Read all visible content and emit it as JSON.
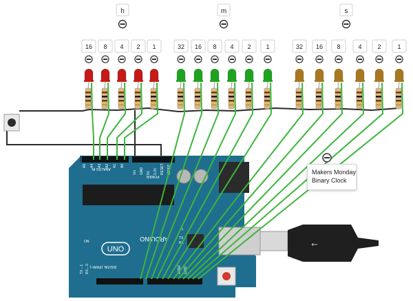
{
  "groups": [
    {
      "label": "h",
      "values": [
        "16",
        "8",
        "4",
        "2",
        "1"
      ],
      "led_color": "#c41a1a"
    },
    {
      "label": "m",
      "values": [
        "32",
        "16",
        "8",
        "4",
        "2",
        "1"
      ],
      "led_color": "#1fa31f"
    },
    {
      "label": "s",
      "values": [
        "32",
        "16",
        "8",
        "4",
        "2",
        "1"
      ],
      "led_color": "#a87820"
    }
  ],
  "note": {
    "line1": "Makers Monday",
    "line2": "Binary Clock"
  },
  "board": {
    "brand": "ARDUINO",
    "model": "UNO",
    "analog_in": "ANALOG IN",
    "power": "POWER",
    "digital": "DIGITAL (PWM~)",
    "pin_labels": {
      "a5": "A5",
      "a4": "A4",
      "a3": "A3",
      "a2": "A2",
      "a1": "A1",
      "a0": "A0",
      "vin": "Vin",
      "gnd": "GND",
      "v5": "5V",
      "v33": "3.3V",
      "reset": "RESET",
      "ioref": "IOREF",
      "on": "ON",
      "tx": "TX",
      "rx": "RX",
      "aref": "AREF",
      "gnd2": "GND",
      "l": "L",
      "tx1": "TX→1",
      "rx0": "RX←0"
    }
  },
  "colors": {
    "wire_green": "#3cb53c",
    "wire_black": "#2a2a2a",
    "board_blue": "#1f6e8f",
    "board_dark": "#17566f"
  }
}
